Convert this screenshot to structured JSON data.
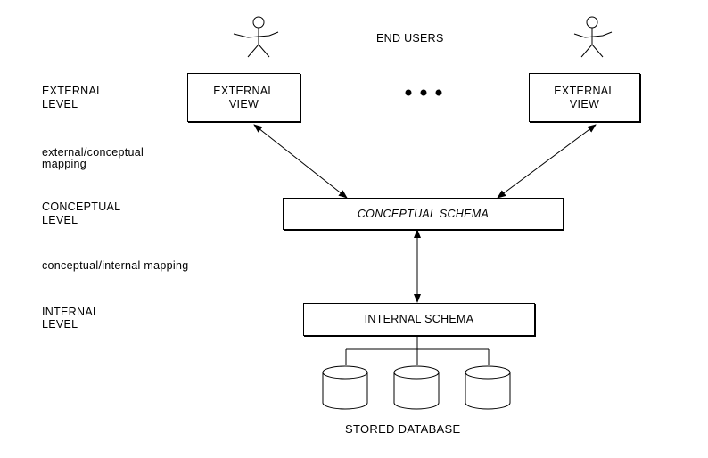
{
  "diagram": {
    "title": "END USERS",
    "footer": "STORED DATABASE",
    "levels": {
      "external_line1": "EXTERNAL",
      "external_line2": "LEVEL",
      "ext_conc_mapping_line1": "external/conceptual",
      "ext_conc_mapping_line2": "mapping",
      "conceptual_line1": "CONCEPTUAL",
      "conceptual_line2": "LEVEL",
      "conc_int_mapping": "conceptual/internal mapping",
      "internal_line1": "INTERNAL",
      "internal_line2": "LEVEL"
    },
    "external_view_left": {
      "line1": "EXTERNAL",
      "line2": "VIEW"
    },
    "external_view_right": {
      "line1": "EXTERNAL",
      "line2": "VIEW"
    },
    "conceptual_schema": "CONCEPTUAL SCHEMA",
    "internal_schema": "INTERNAL SCHEMA",
    "ellipsis_icon": "ellipsis-dots",
    "user_icon": "stick-figure",
    "storage_icon": "database-cylinder",
    "colors": {
      "stroke": "#000000",
      "background": "#ffffff"
    }
  }
}
